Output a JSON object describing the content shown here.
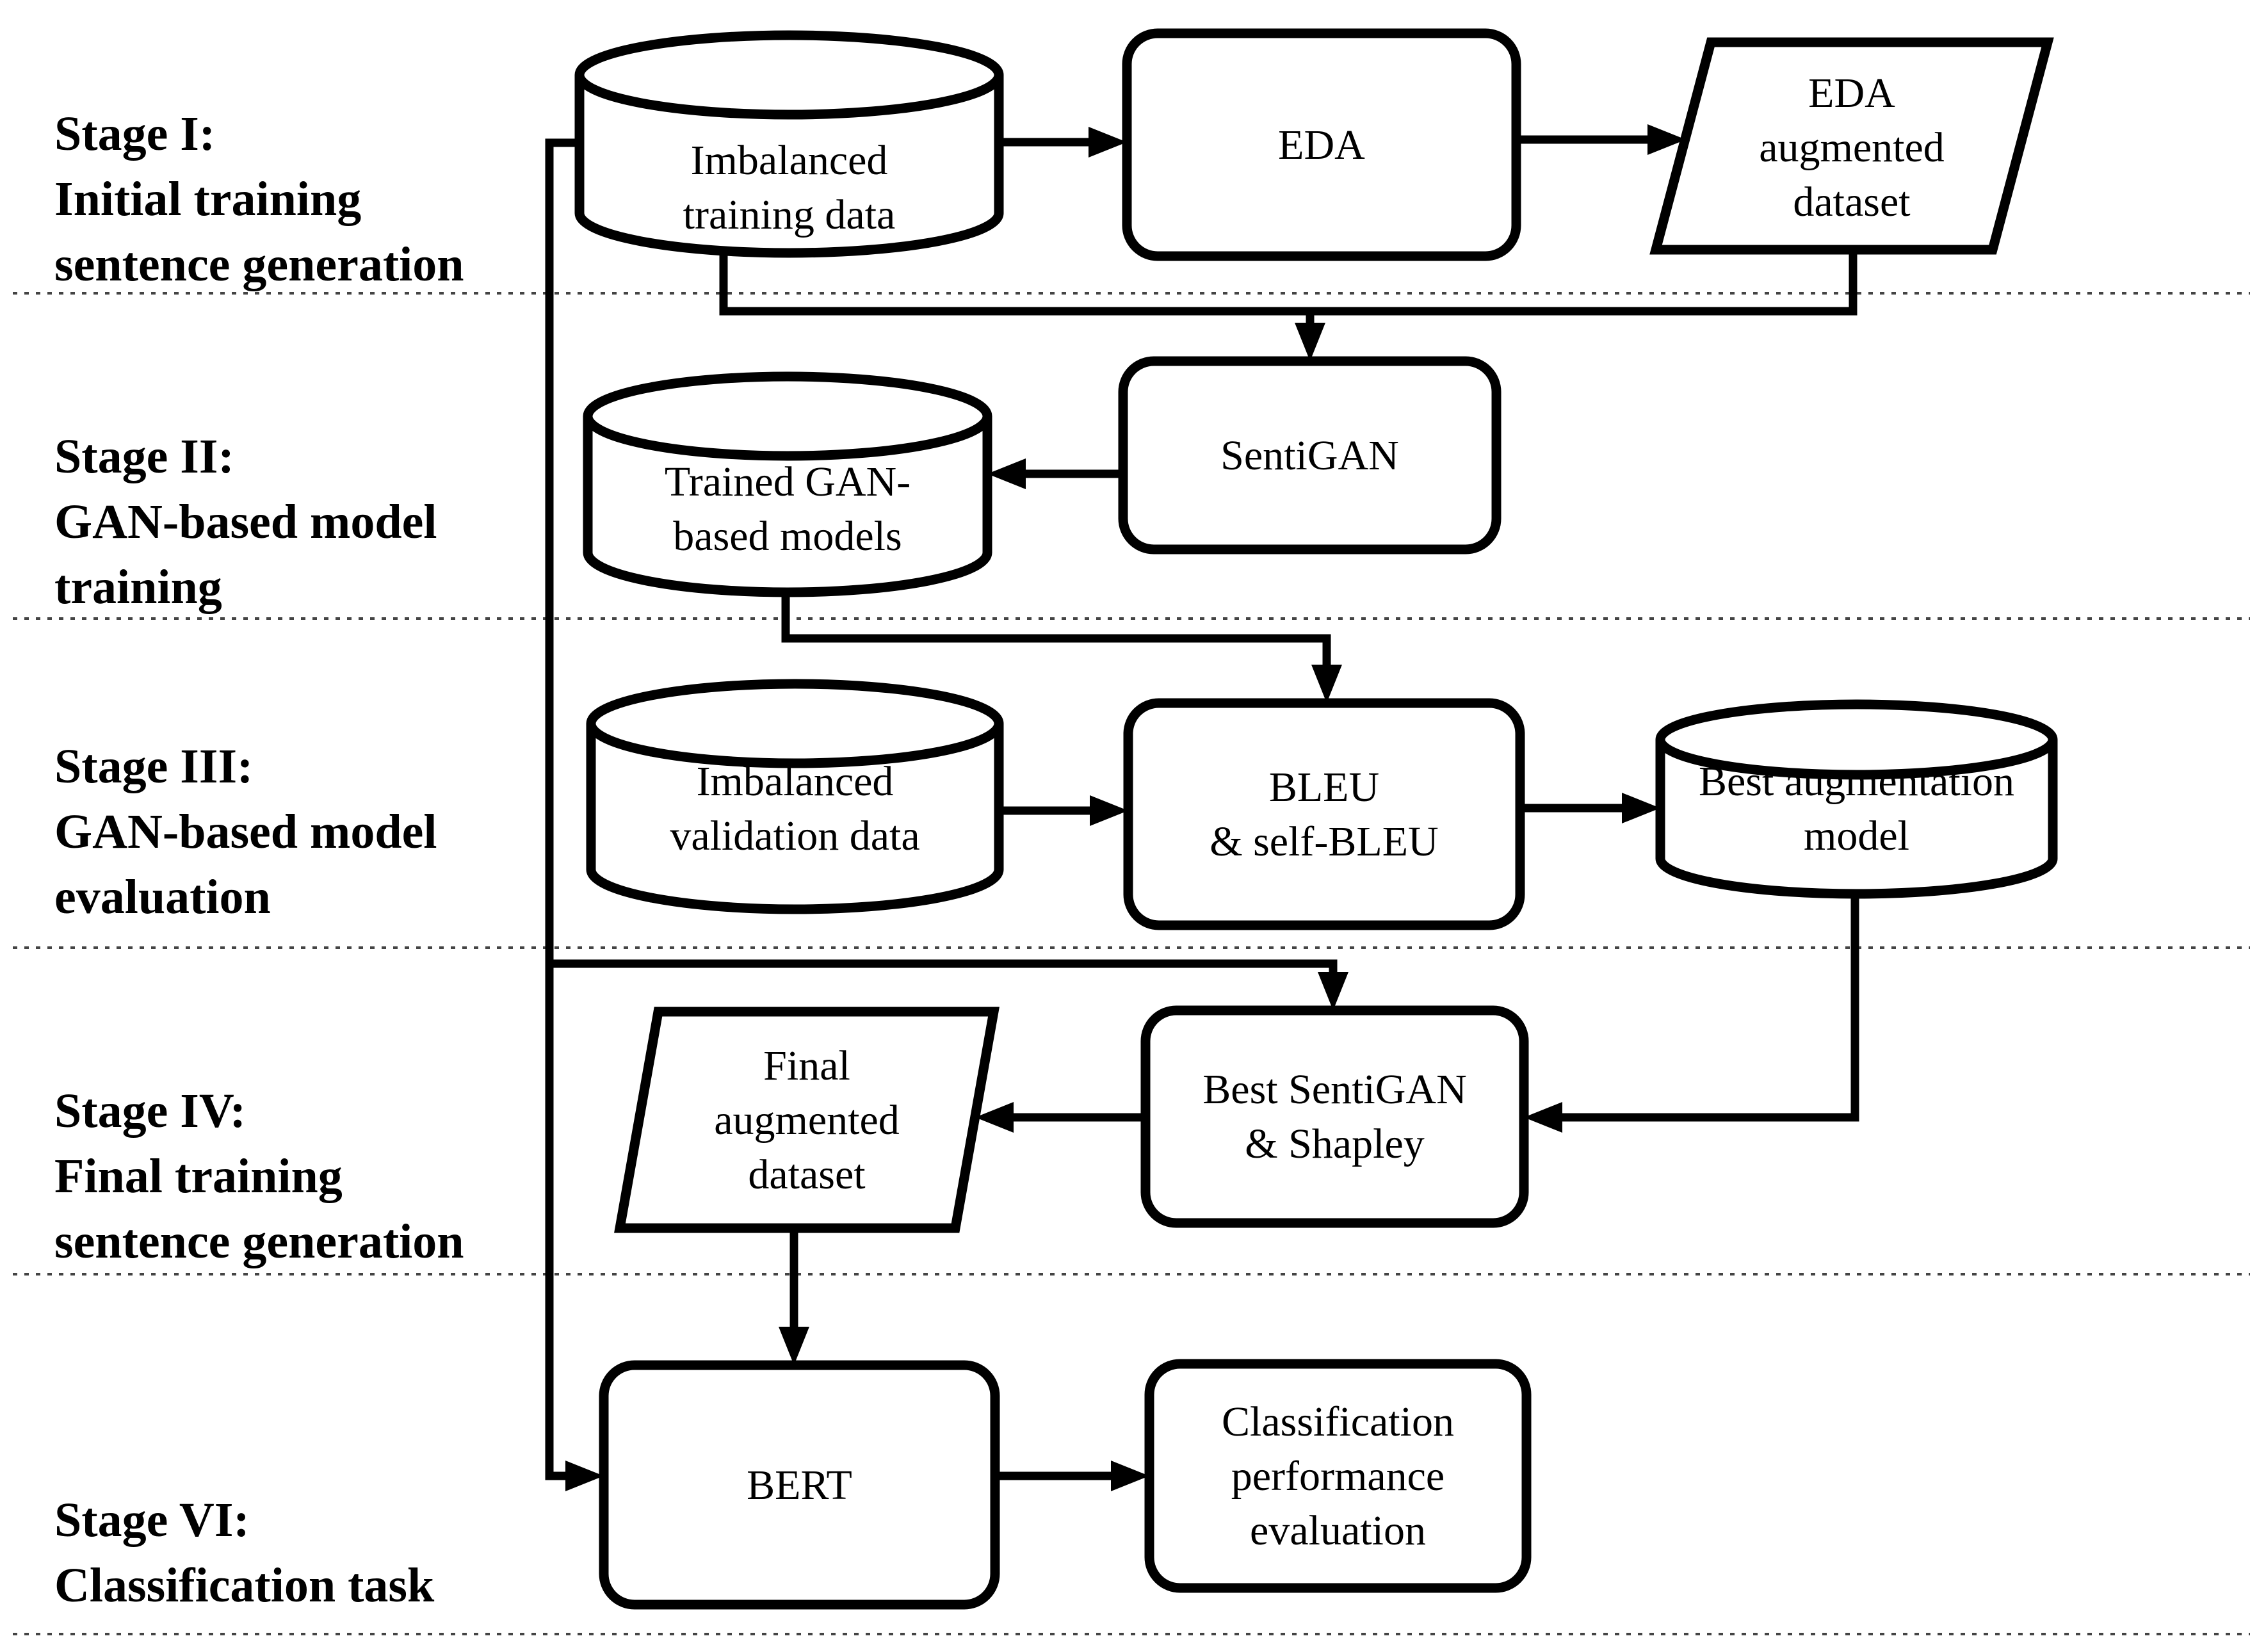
{
  "figure": {
    "background_color": "#ffffff",
    "shape_stroke_color": "#000000",
    "shape_fill_color": "#ffffff",
    "divider_color": "#444444",
    "text_color": "#000000"
  },
  "stages": [
    {
      "lines": [
        "Stage I:",
        "Initial training",
        "sentence generation"
      ]
    },
    {
      "lines": [
        "Stage II:",
        "GAN-based model",
        "training"
      ]
    },
    {
      "lines": [
        "Stage III:",
        "GAN-based model",
        "evaluation"
      ]
    },
    {
      "lines": [
        "Stage IV:",
        "Final training",
        "sentence generation"
      ]
    },
    {
      "lines": [
        "Stage VI:",
        "Classification task"
      ]
    }
  ],
  "nodes": {
    "imbalanced_training_data": {
      "shape": "database-cylinder",
      "lines": [
        "Imbalanced",
        "training data"
      ]
    },
    "eda": {
      "shape": "process-rounded-box",
      "lines": [
        "EDA"
      ]
    },
    "eda_augmented_dataset": {
      "shape": "data-parallelogram",
      "lines": [
        "EDA",
        "augmented",
        "dataset"
      ]
    },
    "sentigan": {
      "shape": "process-rounded-box",
      "lines": [
        "SentiGAN"
      ]
    },
    "trained_gan_models": {
      "shape": "database-cylinder",
      "lines": [
        "Trained GAN-",
        "based models"
      ]
    },
    "imbalanced_validation_data": {
      "shape": "database-cylinder",
      "lines": [
        "Imbalanced",
        "validation data"
      ]
    },
    "bleu_self_bleu": {
      "shape": "process-rounded-box",
      "lines": [
        "BLEU",
        "& self-BLEU"
      ]
    },
    "best_augmentation_model": {
      "shape": "database-cylinder",
      "lines": [
        "Best augmentation",
        "model"
      ]
    },
    "best_sentigan_shapley": {
      "shape": "process-rounded-box",
      "lines": [
        "Best SentiGAN",
        "& Shapley"
      ]
    },
    "final_augmented_dataset": {
      "shape": "data-parallelogram",
      "lines": [
        "Final",
        "augmented",
        "dataset"
      ]
    },
    "bert": {
      "shape": "process-rounded-box",
      "lines": [
        "BERT"
      ]
    },
    "classification_performance_evaluation": {
      "shape": "process-rounded-box",
      "lines": [
        "Classification",
        "performance",
        "evaluation"
      ]
    }
  }
}
